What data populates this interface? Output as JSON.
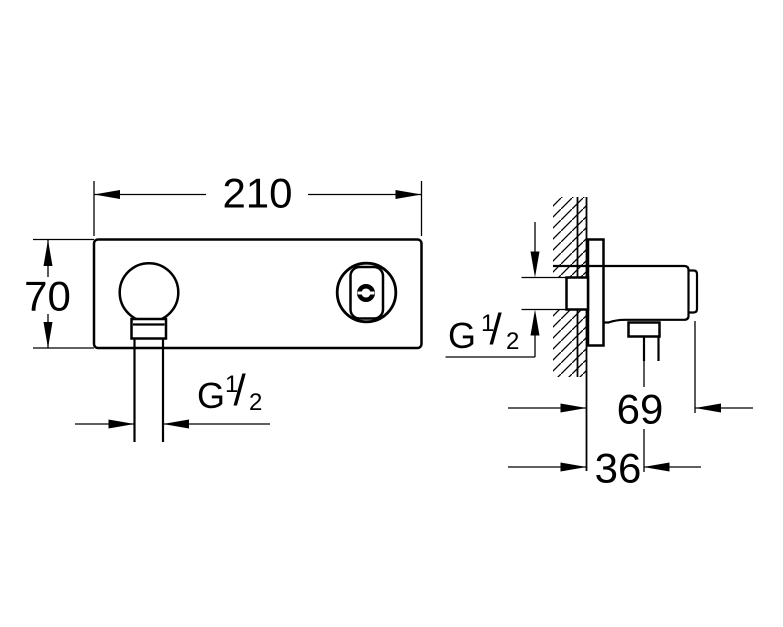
{
  "drawing": {
    "type": "technical-dimension-drawing",
    "colors": {
      "line": "#000000",
      "background": "#ffffff"
    }
  },
  "front_view": {
    "name": "front view of wall-mounted fitting",
    "width_dim": {
      "label": "210"
    },
    "height_dim": {
      "label": "70"
    },
    "thread": {
      "g": "G",
      "numerator": "1",
      "slash": "/",
      "denominator": "2",
      "full": "G 1/2"
    }
  },
  "side_view": {
    "name": "side section view at wall",
    "depth_dim": {
      "label": "69"
    },
    "offset_dim": {
      "label": "36"
    },
    "thread": {
      "g": "G",
      "numerator": "1",
      "slash": "/",
      "denominator": "2",
      "full": "G 1/2"
    }
  }
}
